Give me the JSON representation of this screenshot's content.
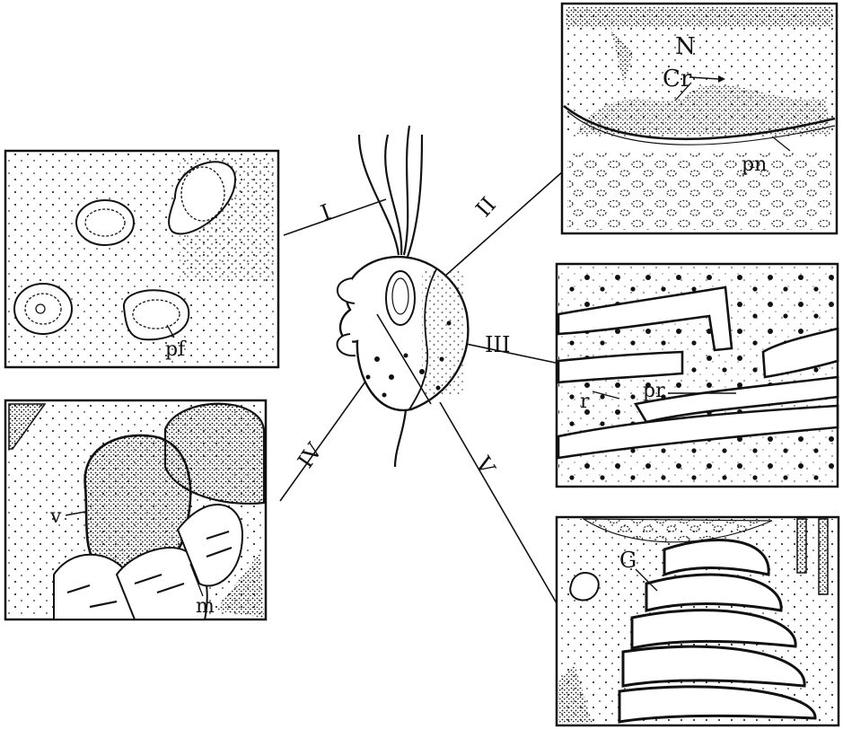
{
  "panels": {
    "I": {
      "numeral": "I",
      "labels": {
        "pf": "pf"
      }
    },
    "II": {
      "numeral": "II",
      "labels": {
        "N": "N",
        "Cr": "Cr",
        "pn": "pn"
      }
    },
    "III": {
      "numeral": "III",
      "labels": {
        "pr": "pr",
        "r": "r"
      }
    },
    "IV": {
      "numeral": "IV",
      "labels": {
        "v": "v",
        "m": "m"
      }
    },
    "V": {
      "numeral": "V",
      "labels": {
        "G": "G"
      }
    }
  },
  "colors": {
    "ink": "#111111",
    "paper": "#ffffff",
    "stipple": "#333333"
  }
}
